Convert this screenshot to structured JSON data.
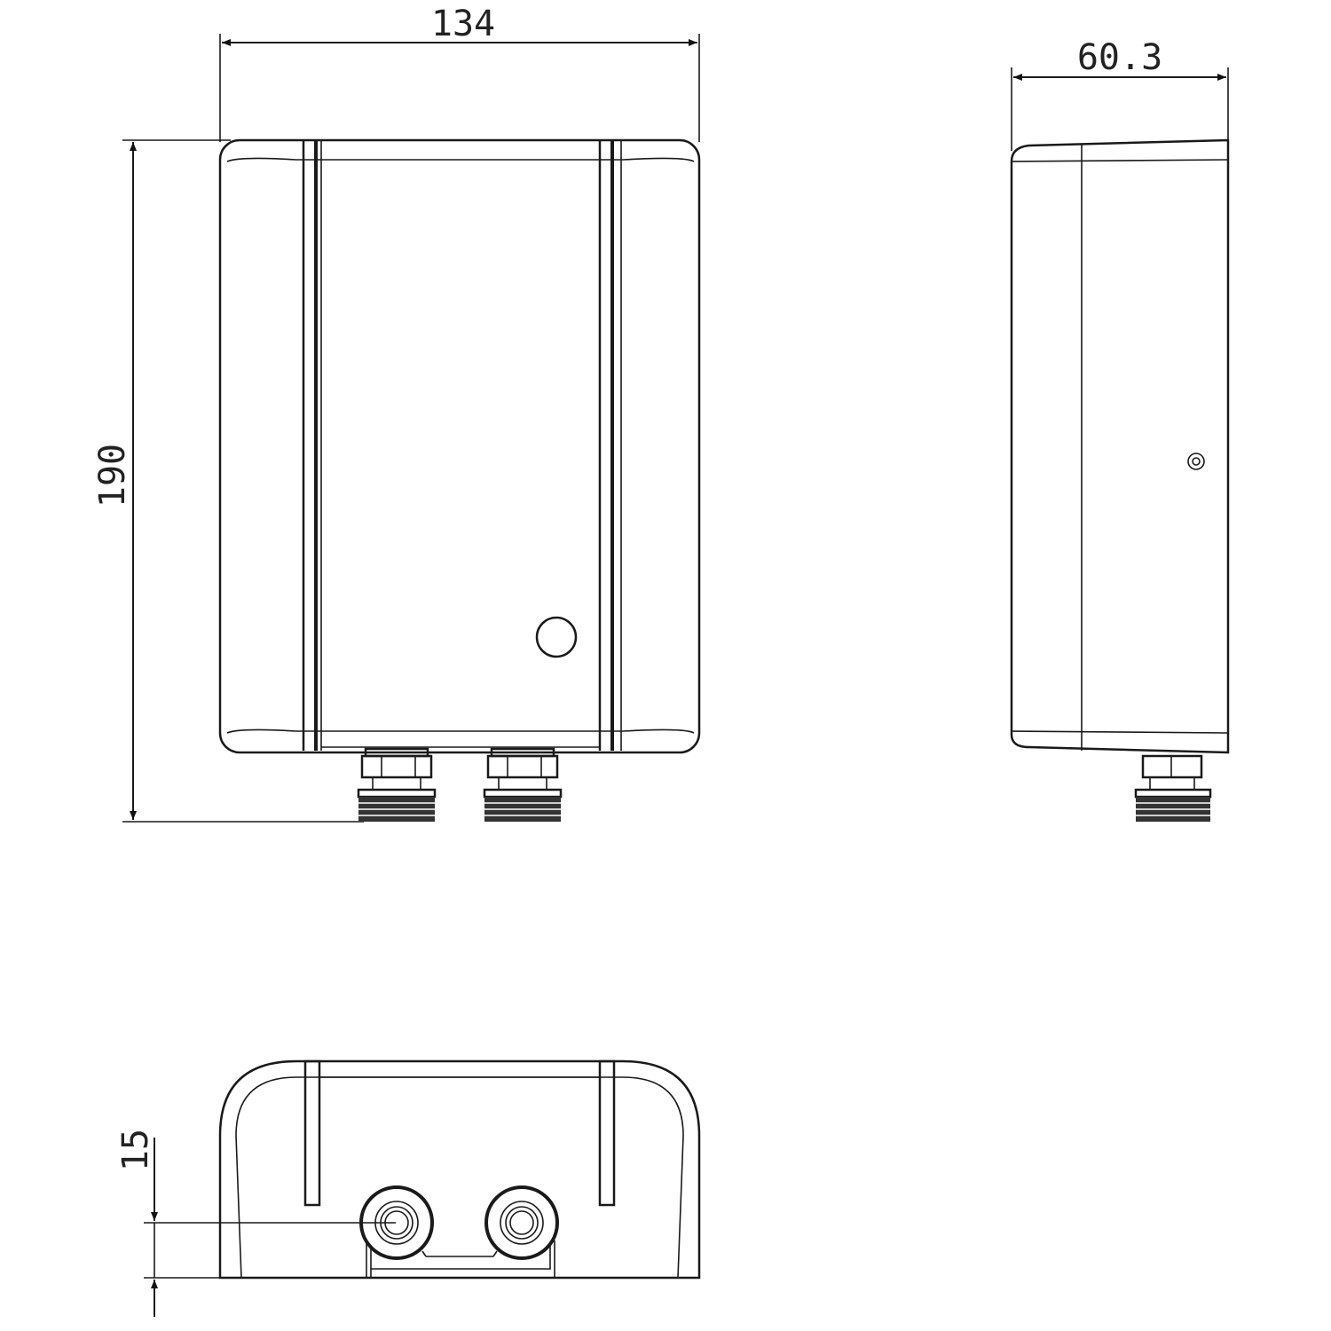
{
  "drawing": {
    "type": "technical-dimension-drawing",
    "views": [
      "front",
      "side",
      "bottom"
    ],
    "dimensions": {
      "width": "134",
      "height": "190",
      "depth": "60.3",
      "fitting_offset": "15"
    },
    "stroke_color": "#1a1a1a",
    "background": "#ffffff"
  }
}
